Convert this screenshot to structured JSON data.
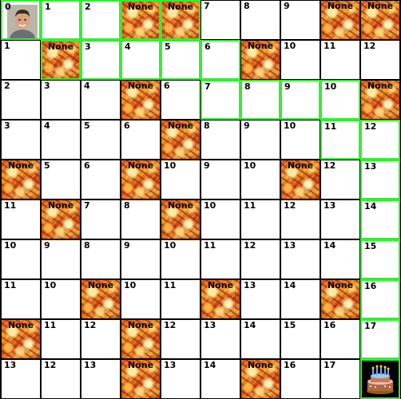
{
  "board": {
    "rows": 10,
    "cols": 10,
    "hazard_label": "None",
    "colors": {
      "grid_line": "#000000",
      "visited_border": "#33ee33",
      "cell_bg": "#ffffff"
    },
    "cells": [
      [
        {
          "n": "0",
          "t": "player",
          "v": 1
        },
        {
          "n": "1",
          "t": "empty",
          "v": 1
        },
        {
          "n": "2",
          "t": "empty",
          "v": 1
        },
        {
          "n": "",
          "t": "fire",
          "v": 1
        },
        {
          "n": "",
          "t": "fire",
          "v": 1
        },
        {
          "n": "7",
          "t": "empty",
          "v": 0
        },
        {
          "n": "8",
          "t": "empty",
          "v": 0
        },
        {
          "n": "9",
          "t": "empty",
          "v": 0
        },
        {
          "n": "",
          "t": "fire",
          "v": 0
        },
        {
          "n": "",
          "t": "fire",
          "v": 0
        }
      ],
      [
        {
          "n": "1",
          "t": "empty",
          "v": 0
        },
        {
          "n": "",
          "t": "fire",
          "v": 1
        },
        {
          "n": "3",
          "t": "empty",
          "v": 1
        },
        {
          "n": "4",
          "t": "empty",
          "v": 1
        },
        {
          "n": "5",
          "t": "empty",
          "v": 1
        },
        {
          "n": "6",
          "t": "empty",
          "v": 1
        },
        {
          "n": "",
          "t": "fire",
          "v": 0
        },
        {
          "n": "10",
          "t": "empty",
          "v": 0
        },
        {
          "n": "11",
          "t": "empty",
          "v": 0
        },
        {
          "n": "12",
          "t": "empty",
          "v": 0
        }
      ],
      [
        {
          "n": "2",
          "t": "empty",
          "v": 0
        },
        {
          "n": "3",
          "t": "empty",
          "v": 0
        },
        {
          "n": "4",
          "t": "empty",
          "v": 0
        },
        {
          "n": "",
          "t": "fire",
          "v": 0
        },
        {
          "n": "6",
          "t": "empty",
          "v": 0
        },
        {
          "n": "7",
          "t": "empty",
          "v": 1
        },
        {
          "n": "8",
          "t": "empty",
          "v": 1
        },
        {
          "n": "9",
          "t": "empty",
          "v": 1
        },
        {
          "n": "10",
          "t": "empty",
          "v": 1
        },
        {
          "n": "",
          "t": "fire",
          "v": 0
        }
      ],
      [
        {
          "n": "3",
          "t": "empty",
          "v": 0
        },
        {
          "n": "4",
          "t": "empty",
          "v": 0
        },
        {
          "n": "5",
          "t": "empty",
          "v": 0
        },
        {
          "n": "6",
          "t": "empty",
          "v": 0
        },
        {
          "n": "",
          "t": "fire",
          "v": 0
        },
        {
          "n": "8",
          "t": "empty",
          "v": 0
        },
        {
          "n": "9",
          "t": "empty",
          "v": 0
        },
        {
          "n": "10",
          "t": "empty",
          "v": 0
        },
        {
          "n": "11",
          "t": "empty",
          "v": 1
        },
        {
          "n": "12",
          "t": "empty",
          "v": 1
        }
      ],
      [
        {
          "n": "",
          "t": "fire",
          "v": 0
        },
        {
          "n": "5",
          "t": "empty",
          "v": 0
        },
        {
          "n": "6",
          "t": "empty",
          "v": 0
        },
        {
          "n": "",
          "t": "fire",
          "v": 0
        },
        {
          "n": "10",
          "t": "empty",
          "v": 0
        },
        {
          "n": "9",
          "t": "empty",
          "v": 0
        },
        {
          "n": "10",
          "t": "empty",
          "v": 0
        },
        {
          "n": "",
          "t": "fire",
          "v": 0
        },
        {
          "n": "12",
          "t": "empty",
          "v": 0
        },
        {
          "n": "13",
          "t": "empty",
          "v": 1
        }
      ],
      [
        {
          "n": "11",
          "t": "empty",
          "v": 0
        },
        {
          "n": "",
          "t": "fire",
          "v": 0
        },
        {
          "n": "7",
          "t": "empty",
          "v": 0
        },
        {
          "n": "8",
          "t": "empty",
          "v": 0
        },
        {
          "n": "",
          "t": "fire",
          "v": 0
        },
        {
          "n": "10",
          "t": "empty",
          "v": 0
        },
        {
          "n": "11",
          "t": "empty",
          "v": 0
        },
        {
          "n": "12",
          "t": "empty",
          "v": 0
        },
        {
          "n": "13",
          "t": "empty",
          "v": 0
        },
        {
          "n": "14",
          "t": "empty",
          "v": 1
        }
      ],
      [
        {
          "n": "10",
          "t": "empty",
          "v": 0
        },
        {
          "n": "9",
          "t": "empty",
          "v": 0
        },
        {
          "n": "8",
          "t": "empty",
          "v": 0
        },
        {
          "n": "9",
          "t": "empty",
          "v": 0
        },
        {
          "n": "10",
          "t": "empty",
          "v": 0
        },
        {
          "n": "11",
          "t": "empty",
          "v": 0
        },
        {
          "n": "12",
          "t": "empty",
          "v": 0
        },
        {
          "n": "13",
          "t": "empty",
          "v": 0
        },
        {
          "n": "14",
          "t": "empty",
          "v": 0
        },
        {
          "n": "15",
          "t": "empty",
          "v": 1
        }
      ],
      [
        {
          "n": "11",
          "t": "empty",
          "v": 0
        },
        {
          "n": "10",
          "t": "empty",
          "v": 0
        },
        {
          "n": "",
          "t": "fire",
          "v": 0
        },
        {
          "n": "10",
          "t": "empty",
          "v": 0
        },
        {
          "n": "11",
          "t": "empty",
          "v": 0
        },
        {
          "n": "",
          "t": "fire",
          "v": 0
        },
        {
          "n": "13",
          "t": "empty",
          "v": 0
        },
        {
          "n": "14",
          "t": "empty",
          "v": 0
        },
        {
          "n": "",
          "t": "fire",
          "v": 0
        },
        {
          "n": "16",
          "t": "empty",
          "v": 1
        }
      ],
      [
        {
          "n": "",
          "t": "fire",
          "v": 0
        },
        {
          "n": "11",
          "t": "empty",
          "v": 0
        },
        {
          "n": "12",
          "t": "empty",
          "v": 0
        },
        {
          "n": "",
          "t": "fire",
          "v": 0
        },
        {
          "n": "12",
          "t": "empty",
          "v": 0
        },
        {
          "n": "13",
          "t": "empty",
          "v": 0
        },
        {
          "n": "14",
          "t": "empty",
          "v": 0
        },
        {
          "n": "15",
          "t": "empty",
          "v": 0
        },
        {
          "n": "16",
          "t": "empty",
          "v": 0
        },
        {
          "n": "17",
          "t": "empty",
          "v": 1
        }
      ],
      [
        {
          "n": "13",
          "t": "empty",
          "v": 0
        },
        {
          "n": "12",
          "t": "empty",
          "v": 0
        },
        {
          "n": "13",
          "t": "empty",
          "v": 0
        },
        {
          "n": "",
          "t": "fire",
          "v": 0
        },
        {
          "n": "13",
          "t": "empty",
          "v": 0
        },
        {
          "n": "14",
          "t": "empty",
          "v": 0
        },
        {
          "n": "",
          "t": "fire",
          "v": 0
        },
        {
          "n": "16",
          "t": "empty",
          "v": 0
        },
        {
          "n": "17",
          "t": "empty",
          "v": 0
        },
        {
          "n": "",
          "t": "goal",
          "v": 1
        }
      ]
    ]
  }
}
